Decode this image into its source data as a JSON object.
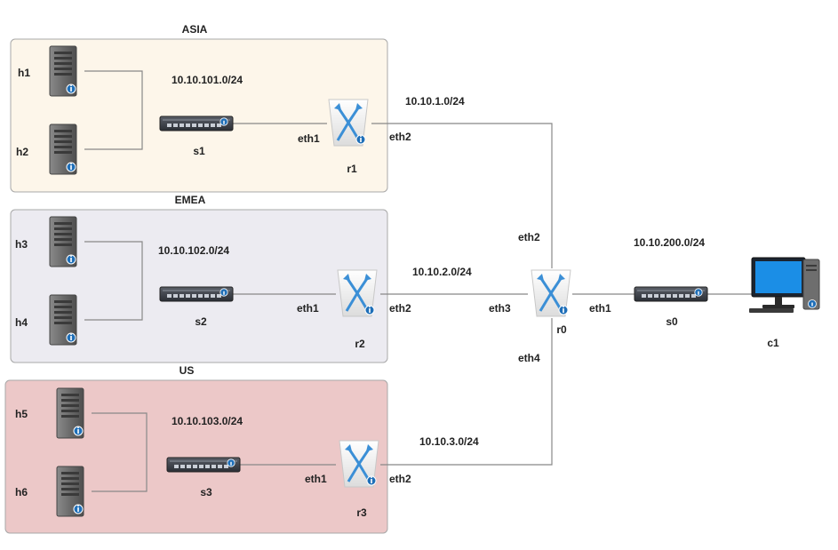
{
  "colors": {
    "asia_fill": "#fdf6ea",
    "emea_fill": "#ecebf1",
    "us_fill": "#ecc8c8",
    "region_stroke": "#a8a8a8",
    "link": "#888888",
    "router_x": "#3b8fd6",
    "info_badge": "#1f6fb8",
    "server_body": "#6b6b6b",
    "switch_body": "#3a3f47",
    "monitor_screen": "#1b8ee6"
  },
  "regions": {
    "asia": "ASIA",
    "emea": "EMEA",
    "us": "US"
  },
  "subnets": {
    "asia_lan": "10.10.101.0/24",
    "emea_lan": "10.10.102.0/24",
    "us_lan": "10.10.103.0/24",
    "r1_r0": "10.10.1.0/24",
    "r2_r0": "10.10.2.0/24",
    "r3_r0": "10.10.3.0/24",
    "c1_lan": "10.10.200.0/24"
  },
  "hosts": {
    "h1": "h1",
    "h2": "h2",
    "h3": "h3",
    "h4": "h4",
    "h5": "h5",
    "h6": "h6"
  },
  "switches": {
    "s1": "s1",
    "s2": "s2",
    "s3": "s3",
    "s0": "s0"
  },
  "routers": {
    "r1": "r1",
    "r2": "r2",
    "r3": "r3",
    "r0": "r0"
  },
  "client": {
    "c1": "c1"
  },
  "ifaces": {
    "r1_eth1": "eth1",
    "r1_eth2": "eth2",
    "r2_eth1": "eth1",
    "r2_eth2": "eth2",
    "r3_eth1": "eth1",
    "r3_eth2": "eth2",
    "r0_eth1": "eth1",
    "r0_eth2": "eth2",
    "r0_eth3": "eth3",
    "r0_eth4": "eth4"
  }
}
